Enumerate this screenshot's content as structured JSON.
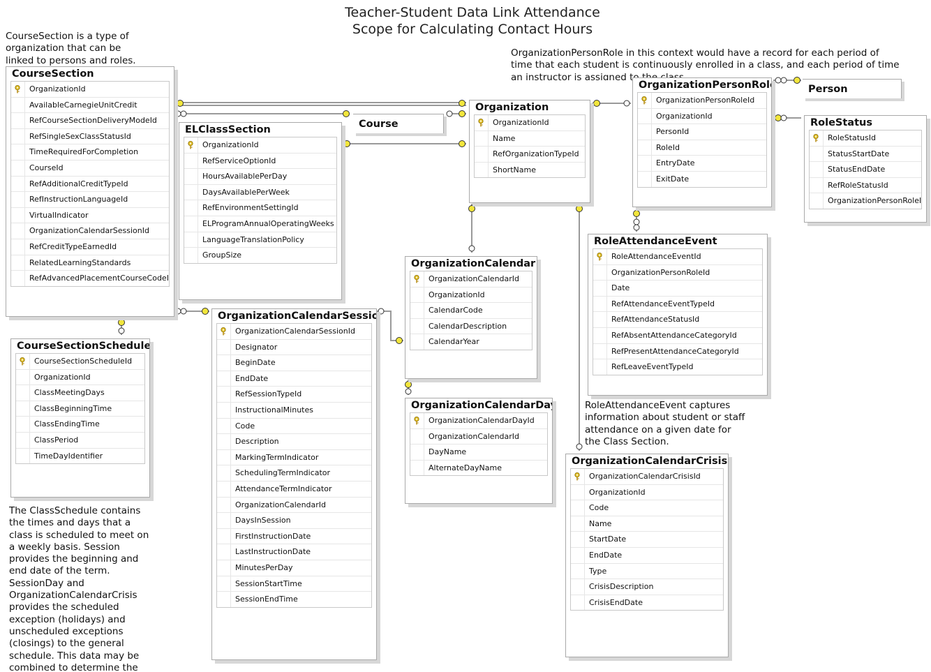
{
  "title": {
    "line1": "Teacher-Student Data Link Attendance",
    "line2": "Scope for Calculating Contact Hours"
  },
  "notes": {
    "course_section": "CourseSection is a type of organization that can be linked to persons and roles.",
    "organization_person_role": "OrganizationPersonRole in this context would have a record for each period of time that each student is continuously enrolled in a class, and each period of time an instructor is assigned to the class.",
    "role_attendance_event": "RoleAttendanceEvent captures information about student or staff attendance on a given date for the Class Section.",
    "class_schedule": "The ClassSchedule contains the times and days that a class is scheduled to meet on a weekly basis.  Session provides the beginning and end date of the term. SessionDay and OrganizationCalendarCrisis provides the scheduled exception (holidays) and unscheduled exceptions (closings) to the general schedule. This data may be combined to determine the total time (and specific times)"
  },
  "colors": {
    "connector_line": "#9a9a9a",
    "connector_key": "#f2e63c",
    "key_icon": "#e3c12b"
  },
  "tables": {
    "course_section": {
      "name": "CourseSection",
      "columns": [
        {
          "name": "OrganizationId",
          "pk": true
        },
        {
          "name": "AvailableCarnegieUnitCredit",
          "pk": false
        },
        {
          "name": "RefCourseSectionDeliveryModeId",
          "pk": false
        },
        {
          "name": "RefSingleSexClassStatusId",
          "pk": false
        },
        {
          "name": "TimeRequiredForCompletion",
          "pk": false
        },
        {
          "name": "CourseId",
          "pk": false
        },
        {
          "name": "RefAdditionalCreditTypeId",
          "pk": false
        },
        {
          "name": "RefInstructionLanguageId",
          "pk": false
        },
        {
          "name": "VirtualIndicator",
          "pk": false
        },
        {
          "name": "OrganizationCalendarSessionId",
          "pk": false
        },
        {
          "name": "RefCreditTypeEarnedId",
          "pk": false
        },
        {
          "name": "RelatedLearningStandards",
          "pk": false
        },
        {
          "name": "RefAdvancedPlacementCourseCodeId",
          "pk": false
        }
      ]
    },
    "el_class_section": {
      "name": "ELClassSection",
      "columns": [
        {
          "name": "OrganizationId",
          "pk": true
        },
        {
          "name": "RefServiceOptionId",
          "pk": false
        },
        {
          "name": "HoursAvailablePerDay",
          "pk": false
        },
        {
          "name": "DaysAvailablePerWeek",
          "pk": false
        },
        {
          "name": "RefEnvironmentSettingId",
          "pk": false
        },
        {
          "name": "ELProgramAnnualOperatingWeeks",
          "pk": false
        },
        {
          "name": "LanguageTranslationPolicy",
          "pk": false
        },
        {
          "name": "GroupSize",
          "pk": false
        }
      ]
    },
    "course": {
      "name": "Course",
      "columns": []
    },
    "organization": {
      "name": "Organization",
      "columns": [
        {
          "name": "OrganizationId",
          "pk": true
        },
        {
          "name": "Name",
          "pk": false
        },
        {
          "name": "RefOrganizationTypeId",
          "pk": false
        },
        {
          "name": "ShortName",
          "pk": false
        }
      ]
    },
    "organization_person_role": {
      "name": "OrganizationPersonRole",
      "columns": [
        {
          "name": "OrganizationPersonRoleId",
          "pk": true
        },
        {
          "name": "OrganizationId",
          "pk": false
        },
        {
          "name": "PersonId",
          "pk": false
        },
        {
          "name": "RoleId",
          "pk": false
        },
        {
          "name": "EntryDate",
          "pk": false
        },
        {
          "name": "ExitDate",
          "pk": false
        }
      ]
    },
    "person": {
      "name": "Person",
      "columns": []
    },
    "role_status": {
      "name": "RoleStatus",
      "columns": [
        {
          "name": "RoleStatusId",
          "pk": true
        },
        {
          "name": "StatusStartDate",
          "pk": false
        },
        {
          "name": "StatusEndDate",
          "pk": false
        },
        {
          "name": "RefRoleStatusId",
          "pk": false
        },
        {
          "name": "OrganizationPersonRoleId",
          "pk": false
        }
      ]
    },
    "role_attendance_event": {
      "name": "RoleAttendanceEvent",
      "columns": [
        {
          "name": "RoleAttendanceEventId",
          "pk": true
        },
        {
          "name": "OrganizationPersonRoleId",
          "pk": false
        },
        {
          "name": "Date",
          "pk": false
        },
        {
          "name": "RefAttendanceEventTypeId",
          "pk": false
        },
        {
          "name": "RefAttendanceStatusId",
          "pk": false
        },
        {
          "name": "RefAbsentAttendanceCategoryId",
          "pk": false
        },
        {
          "name": "RefPresentAttendanceCategoryId",
          "pk": false
        },
        {
          "name": "RefLeaveEventTypeId",
          "pk": false
        }
      ]
    },
    "organization_calendar": {
      "name": "OrganizationCalendar",
      "columns": [
        {
          "name": "OrganizationCalendarId",
          "pk": true
        },
        {
          "name": "OrganizationId",
          "pk": false
        },
        {
          "name": "CalendarCode",
          "pk": false
        },
        {
          "name": "CalendarDescription",
          "pk": false
        },
        {
          "name": "CalendarYear",
          "pk": false
        }
      ]
    },
    "course_section_schedule": {
      "name": "CourseSectionSchedule",
      "columns": [
        {
          "name": "CourseSectionScheduleId",
          "pk": true
        },
        {
          "name": "OrganizationId",
          "pk": false
        },
        {
          "name": "ClassMeetingDays",
          "pk": false
        },
        {
          "name": "ClassBeginningTime",
          "pk": false
        },
        {
          "name": "ClassEndingTime",
          "pk": false
        },
        {
          "name": "ClassPeriod",
          "pk": false
        },
        {
          "name": "TimeDayIdentifier",
          "pk": false
        }
      ]
    },
    "organization_calendar_session": {
      "name": "OrganizationCalendarSession",
      "columns": [
        {
          "name": "OrganizationCalendarSessionId",
          "pk": true
        },
        {
          "name": "Designator",
          "pk": false
        },
        {
          "name": "BeginDate",
          "pk": false
        },
        {
          "name": "EndDate",
          "pk": false
        },
        {
          "name": "RefSessionTypeId",
          "pk": false
        },
        {
          "name": "InstructionalMinutes",
          "pk": false
        },
        {
          "name": "Code",
          "pk": false
        },
        {
          "name": "Description",
          "pk": false
        },
        {
          "name": "MarkingTermIndicator",
          "pk": false
        },
        {
          "name": "SchedulingTermIndicator",
          "pk": false
        },
        {
          "name": "AttendanceTermIndicator",
          "pk": false
        },
        {
          "name": "OrganizationCalendarId",
          "pk": false
        },
        {
          "name": "DaysInSession",
          "pk": false
        },
        {
          "name": "FirstInstructionDate",
          "pk": false
        },
        {
          "name": "LastInstructionDate",
          "pk": false
        },
        {
          "name": "MinutesPerDay",
          "pk": false
        },
        {
          "name": "SessionStartTime",
          "pk": false
        },
        {
          "name": "SessionEndTime",
          "pk": false
        }
      ]
    },
    "organization_calendar_day": {
      "name": "OrganizationCalendarDay",
      "columns": [
        {
          "name": "OrganizationCalendarDayId",
          "pk": true
        },
        {
          "name": "OrganizationCalendarId",
          "pk": false
        },
        {
          "name": "DayName",
          "pk": false
        },
        {
          "name": "AlternateDayName",
          "pk": false
        }
      ]
    },
    "organization_calendar_crisis": {
      "name": "OrganizationCalendarCrisis",
      "columns": [
        {
          "name": "OrganizationCalendarCrisisId",
          "pk": true
        },
        {
          "name": "OrganizationId",
          "pk": false
        },
        {
          "name": "Code",
          "pk": false
        },
        {
          "name": "Name",
          "pk": false
        },
        {
          "name": "StartDate",
          "pk": false
        },
        {
          "name": "EndDate",
          "pk": false
        },
        {
          "name": "Type",
          "pk": false
        },
        {
          "name": "CrisisDescription",
          "pk": false
        },
        {
          "name": "CrisisEndDate",
          "pk": false
        }
      ]
    }
  }
}
